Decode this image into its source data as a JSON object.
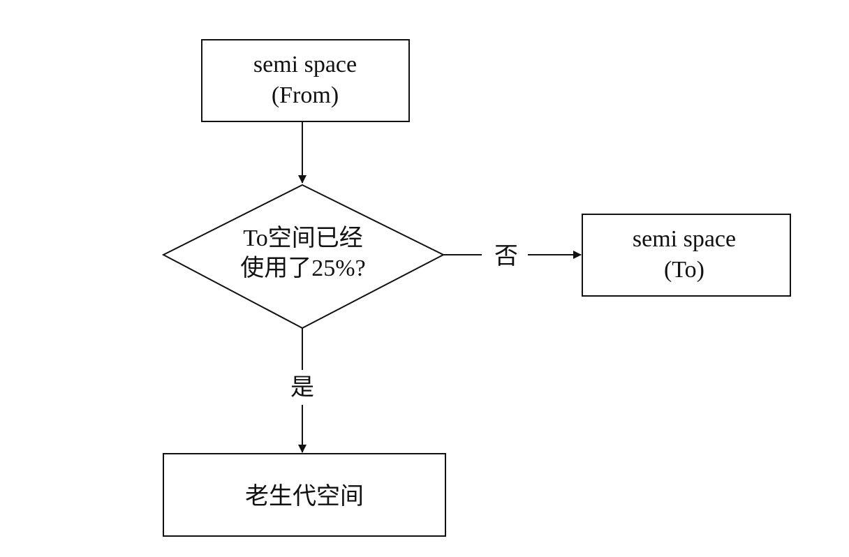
{
  "nodes": {
    "from_box": {
      "line1": "semi space",
      "line2": "(From)"
    },
    "decision": {
      "line1": "To空间已经",
      "line2": "使用了25%?"
    },
    "to_box": {
      "line1": "semi space",
      "line2": "(To)"
    },
    "old_gen_box": {
      "label": "老生代空间"
    }
  },
  "edges": {
    "no_label": "否",
    "yes_label": "是"
  },
  "colors": {
    "stroke": "#111111",
    "background": "#ffffff"
  }
}
